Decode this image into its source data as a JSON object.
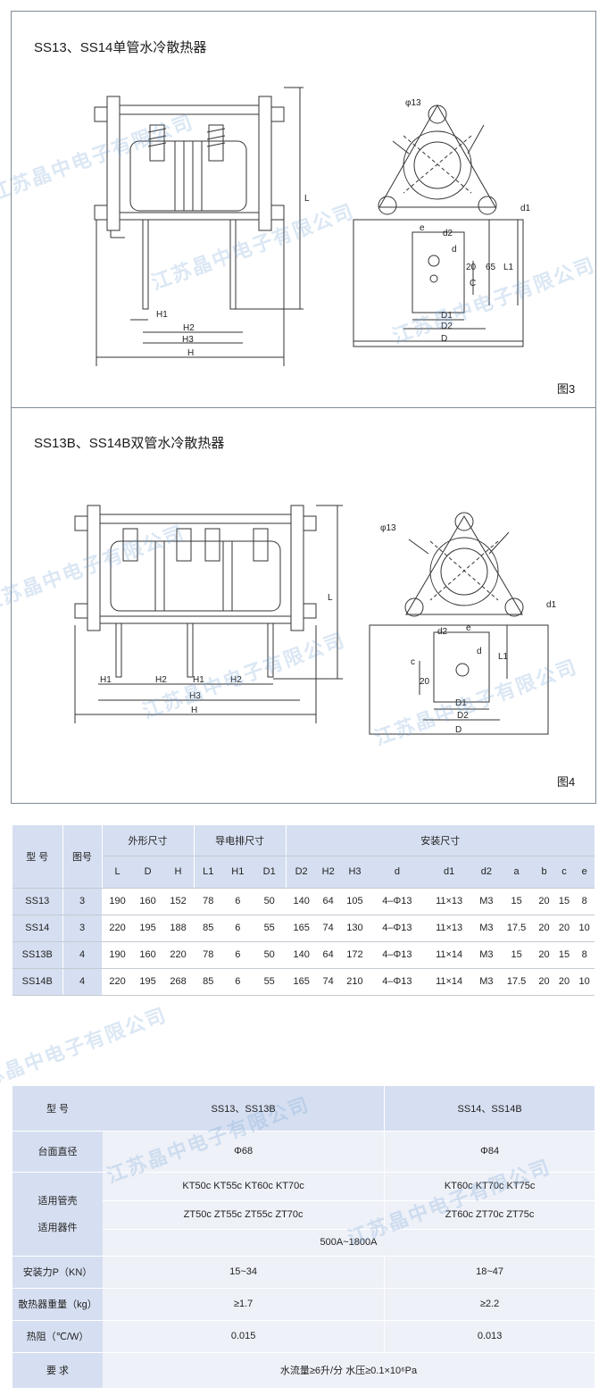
{
  "fig3": {
    "title": "SS13、SS14单管水冷散热器",
    "label": "图3",
    "dims": {
      "phi13": "φ13",
      "L": "L",
      "H1": "H1",
      "H2": "H2",
      "H3": "H3",
      "H": "H",
      "d1": "d1",
      "d2": "d2",
      "e": "e",
      "d": "d",
      "C": "C",
      "n20": "20",
      "n65": "65",
      "L1": "L1",
      "D1": "D1",
      "D2": "D2",
      "D": "D"
    }
  },
  "fig4": {
    "title": "SS13B、SS14B双管水冷散热器",
    "label": "图4",
    "dims": {
      "phi13": "φ13",
      "L": "L",
      "H1a": "H1",
      "H2a": "H2",
      "H1b": "H1",
      "H2b": "H2",
      "H3": "H3",
      "H": "H",
      "d1": "d1",
      "d2": "d2",
      "e": "e",
      "d": "d",
      "c": "c",
      "n20": "20",
      "L1": "L1",
      "D1": "D1",
      "D2": "D2",
      "D": "D"
    }
  },
  "spec_table": {
    "col_model": "型 号",
    "col_fig": "图号",
    "group_outline": "外形尺寸",
    "group_busbar": "导电排尺寸",
    "group_install": "安装尺寸",
    "subheaders": [
      "L",
      "D",
      "H",
      "L1",
      "H1",
      "D1",
      "D2",
      "H2",
      "H3",
      "d",
      "d1",
      "d2",
      "a",
      "b",
      "c",
      "e"
    ],
    "rows": [
      [
        "SS13",
        "3",
        "190",
        "160",
        "152",
        "78",
        "6",
        "50",
        "140",
        "64",
        "105",
        "4–Φ13",
        "11×13",
        "M3",
        "15",
        "20",
        "15",
        "8"
      ],
      [
        "SS14",
        "3",
        "220",
        "195",
        "188",
        "85",
        "6",
        "55",
        "165",
        "74",
        "130",
        "4–Φ13",
        "11×13",
        "M3",
        "17.5",
        "20",
        "20",
        "10"
      ],
      [
        "SS13B",
        "4",
        "190",
        "160",
        "220",
        "78",
        "6",
        "50",
        "140",
        "64",
        "172",
        "4–Φ13",
        "11×14",
        "M3",
        "15",
        "20",
        "15",
        "8"
      ],
      [
        "SS14B",
        "4",
        "220",
        "195",
        "268",
        "85",
        "6",
        "55",
        "165",
        "74",
        "210",
        "4–Φ13",
        "11×14",
        "M3",
        "17.5",
        "20",
        "20",
        "10"
      ]
    ]
  },
  "app_table": {
    "model_label": "型 号",
    "model_a": "SS13、SS13B",
    "model_b": "SS14、SS14B",
    "base_label": "台面直径",
    "base_a": "Φ68",
    "base_b": "Φ84",
    "case_label": "适用管壳",
    "device_label": "适用器件",
    "case_a": "KT50c  KT55c  KT60c  KT70c",
    "case_b": "KT60c   KT70c  KT75c",
    "device_a": "ZT50c  ZT55c  ZT55c   ZT70c",
    "device_b": "ZT60c   ZT70c   ZT75c",
    "current": "500A~1800A",
    "force_label": "安装力P（KN）",
    "force_a": "15~34",
    "force_b": "18~47",
    "weight_label": "散热器重量（kg）",
    "weight_a": "≥1.7",
    "weight_b": "≥2.2",
    "thermal_label": "热阻（℃/W）",
    "thermal_a": "0.015",
    "thermal_b": "0.013",
    "req_label": "要  求",
    "req_value": "水流量≥6升/分     水压≥0.1×10⁶Pa"
  },
  "watermark": "江苏晶中电子有限公司",
  "colors": {
    "header_bg": "#d6dff1",
    "row_bg": "#eef1f8",
    "frame": "#7f8b96"
  }
}
